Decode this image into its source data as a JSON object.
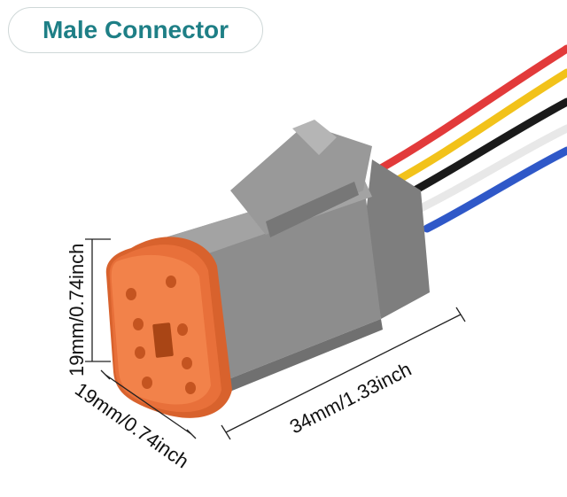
{
  "title": "Male Connector",
  "dimensions": {
    "height": "19mm/0.74inch",
    "width": "19mm/0.74inch",
    "length": "34mm/1.33inch"
  },
  "colors": {
    "title_text": "#1e7f86",
    "housing_gray": "#8c8c8c",
    "seal_orange": "#e8703a",
    "face_orange": "#f2824a",
    "wire_red": "#e23a3a",
    "wire_yellow": "#f2c21a",
    "wire_black": "#1a1a1a",
    "wire_white": "#f3f3f3",
    "wire_blue": "#2f58c8"
  },
  "icons": {
    "product": "connector-photo-icon"
  }
}
